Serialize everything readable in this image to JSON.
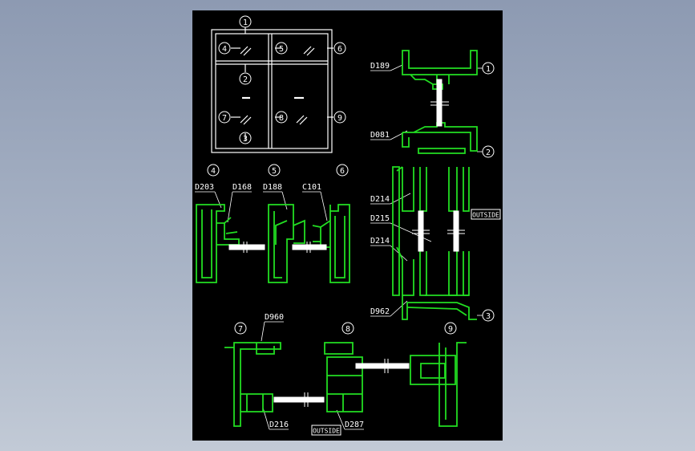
{
  "colors": {
    "background_top": "#8d9ab2",
    "background_bottom": "#c2cad6",
    "sheet": "#000000",
    "linework": "#ffffff",
    "profiles": "#22dd22",
    "glass": "#ffffff"
  },
  "elevation": {
    "markers": [
      "1",
      "2",
      "3",
      "4",
      "5",
      "6",
      "7",
      "8",
      "9"
    ]
  },
  "vertical_section": {
    "labels": [
      "D189",
      "D081",
      "D214",
      "D215",
      "D214",
      "D962"
    ],
    "markers": [
      "1",
      "2",
      "3"
    ],
    "outside_tag": "OUTSIDE"
  },
  "upper_section": {
    "labels": [
      "D203",
      "D168",
      "D188",
      "C101"
    ],
    "markers": [
      "4",
      "5",
      "6"
    ]
  },
  "lower_section": {
    "labels": [
      "D960",
      "D216",
      "D287"
    ],
    "markers": [
      "7",
      "8",
      "9"
    ],
    "outside_tag": "OUTSIDE"
  }
}
